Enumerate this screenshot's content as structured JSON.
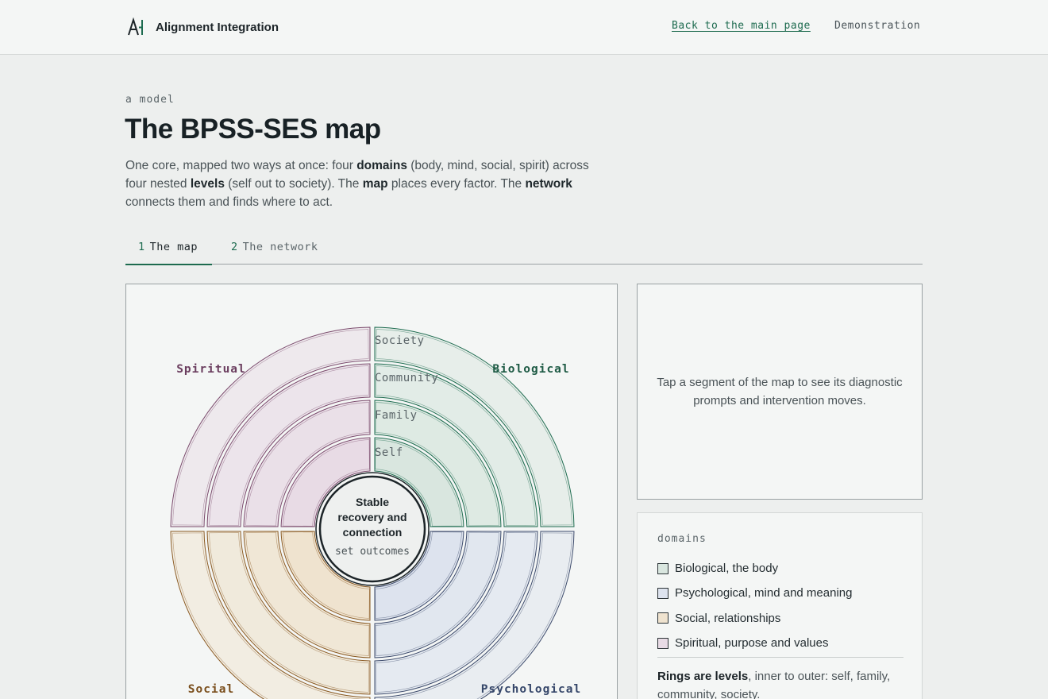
{
  "header": {
    "brand": "Alignment Integration",
    "nav_back": "Back to the main page",
    "nav_demo": "Demonstration"
  },
  "intro": {
    "eyebrow": "a model",
    "title": "The BPSS-SES map",
    "p1": "One core, mapped two ways at once: four ",
    "b1": "domains",
    "p2": " (body, mind, social, spirit) across four nested ",
    "b2": "levels",
    "p3": " (self out to society). The ",
    "b3": "map",
    "p4": " places every factor. The ",
    "b4": "network",
    "p5": " connects them and finds where to act."
  },
  "tabs": [
    {
      "num": "1",
      "label": "The map"
    },
    {
      "num": "2",
      "label": "The network"
    }
  ],
  "map": {
    "core_title_lines": [
      "Stable",
      "recovery and",
      "connection"
    ],
    "core_subtitle": "set outcomes",
    "ring_labels": [
      "Self",
      "Family",
      "Community",
      "Society"
    ],
    "domains": [
      {
        "key": "biological",
        "label": "Biological",
        "fill": "#d9e6df",
        "stroke": "#1d6b4f",
        "text": "#1d5a44"
      },
      {
        "key": "psychological",
        "label": "Psychological",
        "fill": "#dde3ee",
        "stroke": "#3c4a6b",
        "text": "#36476a"
      },
      {
        "key": "social",
        "label": "Social",
        "fill": "#efe3cf",
        "stroke": "#8a5a23",
        "text": "#7a4e1c"
      },
      {
        "key": "spiritual",
        "label": "Spiritual",
        "fill": "#e8dbe5",
        "stroke": "#7a4a6c",
        "text": "#6b3e5f"
      }
    ]
  },
  "info": {
    "prompt": "Tap a segment of the map to see its diagnostic prompts and intervention moves."
  },
  "legend": {
    "title": "domains",
    "items": [
      {
        "label": "Biological, the body",
        "color": "#d9e6df"
      },
      {
        "label": "Psychological, mind and meaning",
        "color": "#dde3ee"
      },
      {
        "label": "Social, relationships",
        "color": "#efe3cf"
      },
      {
        "label": "Spiritual, purpose and values",
        "color": "#e8dbe5"
      }
    ],
    "note_bold": "Rings are levels",
    "note_rest": ", inner to outer: self, family, community, society."
  }
}
